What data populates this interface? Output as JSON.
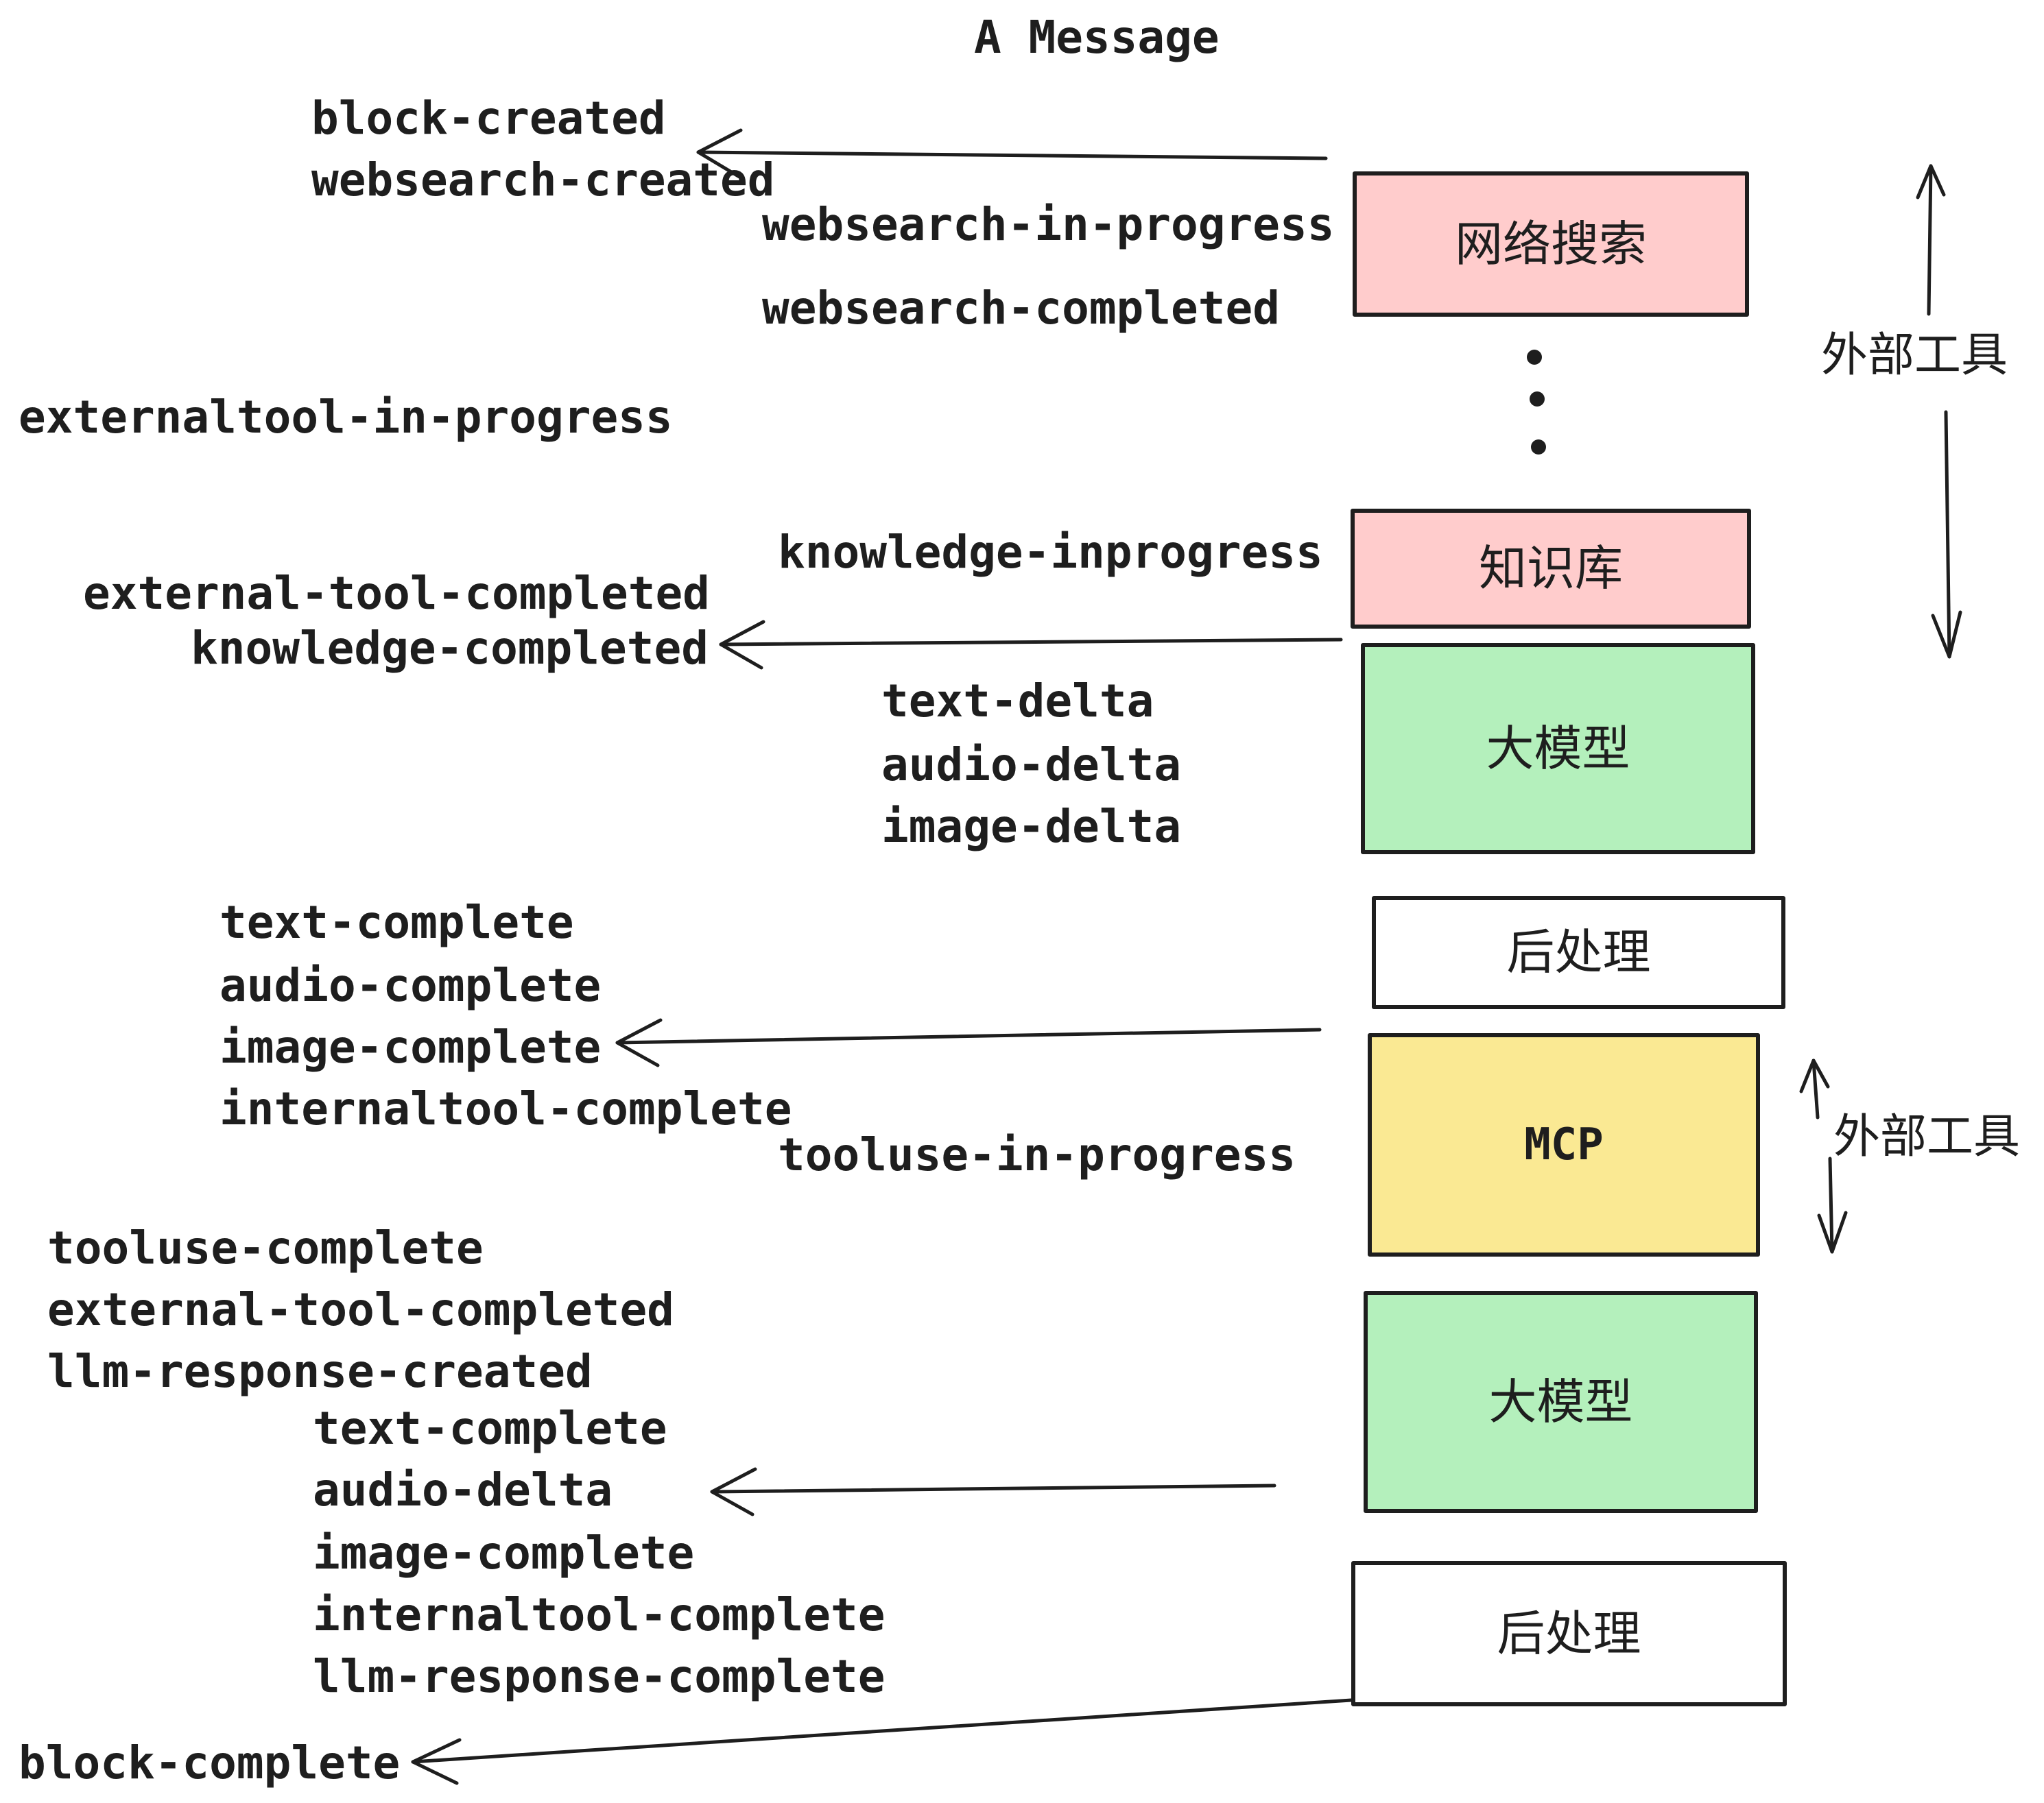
{
  "title": "A Message",
  "colors": {
    "stroke": "#1e1e1e",
    "box_pink": "#ffcccc",
    "box_green": "#b4f0bc",
    "box_yellow": "#fae993",
    "box_white": "#ffffff",
    "background": "#ffffff"
  },
  "boxes": {
    "web_search": {
      "label": "网络搜索"
    },
    "knowledge_base": {
      "label": "知识库"
    },
    "llm_top": {
      "label": "大模型"
    },
    "post_process_top": {
      "label": "后处理"
    },
    "mcp": {
      "label": "MCP"
    },
    "llm_bottom": {
      "label": "大模型"
    },
    "post_process_bottom": {
      "label": "后处理"
    }
  },
  "side_labels": {
    "external_tools_top": "外部工具",
    "external_tools_bottom": "外部工具"
  },
  "events": {
    "block_created": "block-created",
    "websearch_created": "websearch-created",
    "websearch_in_progress": "websearch-in-progress",
    "websearch_completed": "websearch-completed",
    "externaltool_in_progress": "externaltool-in-progress",
    "knowledge_inprogress": "knowledge-inprogress",
    "external_tool_completed_top": "external-tool-completed",
    "knowledge_completed": "knowledge-completed",
    "text_delta_top": "text-delta",
    "audio_delta_top": "audio-delta",
    "image_delta_top": "image-delta",
    "text_complete_top": "text-complete",
    "audio_complete_top": "audio-complete",
    "image_complete_top": "image-complete",
    "internaltool_complete_top": "internaltool-complete",
    "tooluse_in_progress": "tooluse-in-progress",
    "tooluse_complete": "tooluse-complete",
    "external_tool_completed_bottom": "external-tool-completed",
    "llm_response_created": "llm-response-created",
    "text_complete_bottom": "text-complete",
    "audio_complete_bottom": "audio-delta",
    "image_complete_bottom": "image-complete",
    "internaltool_complete_bottom": "internaltool-complete",
    "llm_response_complete": "llm-response-complete",
    "block_complete": "block-complete"
  }
}
